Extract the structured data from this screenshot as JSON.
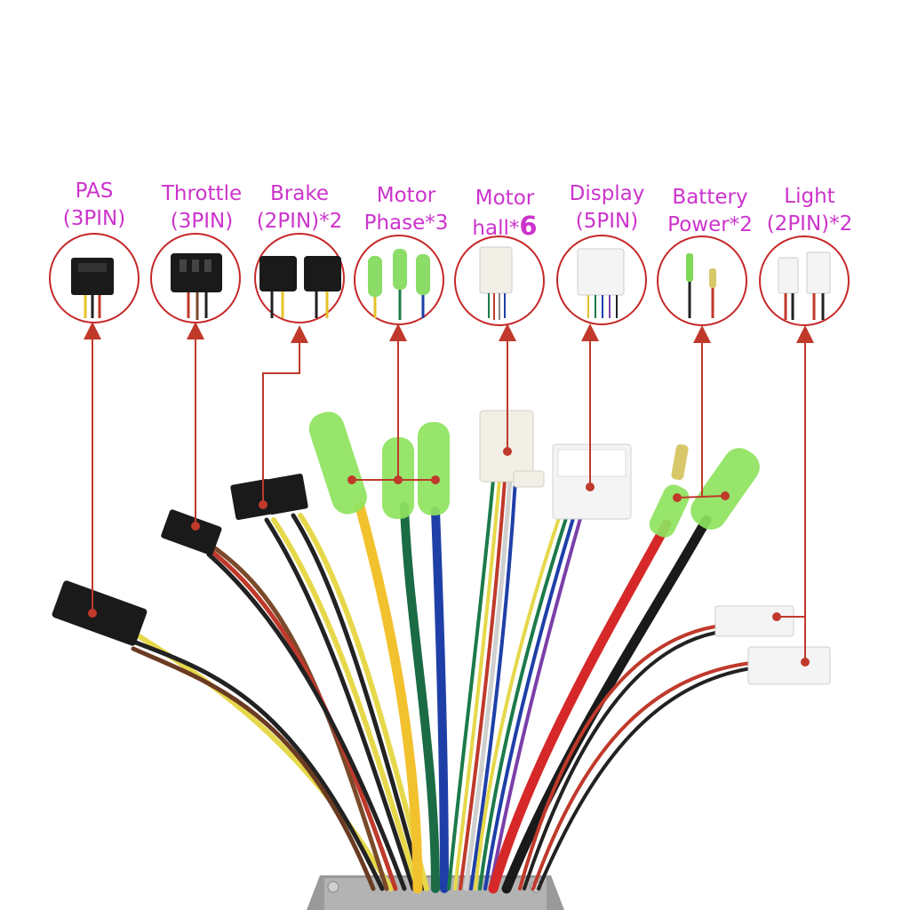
{
  "accent_label_color": "#cc33cc",
  "connector_labels": [
    {
      "id": "pas",
      "line1": "PAS",
      "line2": "(3PIN)"
    },
    {
      "id": "throttle",
      "line1": "Throttle",
      "line2": "(3PIN)"
    },
    {
      "id": "brake",
      "line1": "Brake",
      "line2": "(2PIN)*2"
    },
    {
      "id": "motor-phase",
      "line1": "Motor",
      "line2": "Phase*3"
    },
    {
      "id": "motor-hall",
      "line1": "Motor",
      "line2": "hall*",
      "line2_emphasis": "6"
    },
    {
      "id": "display",
      "line1": "Display",
      "line2": "(5PIN)"
    },
    {
      "id": "battery-power",
      "line1": "Battery",
      "line2": "Power*2"
    },
    {
      "id": "light",
      "line1": "Light",
      "line2": "(2PIN)*2"
    }
  ]
}
